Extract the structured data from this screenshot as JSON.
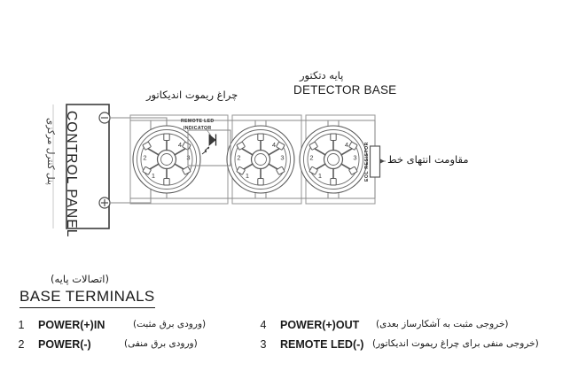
{
  "diagram": {
    "title_en": "DETECTOR BASE",
    "title_fa": "پایه دتکتور",
    "control_panel": {
      "label_en": "CONTROL PANEL",
      "label_fa": "پنل کنترل مرکزی",
      "terminal_negative": "−",
      "terminal_positive": "+"
    },
    "remote_led": {
      "caption_line1": "REMOTE LED",
      "caption_line2": "INDICATOR",
      "label_fa": "چراغ ریموت اندیکاتور"
    },
    "eol_resistor": {
      "label_fa": "مقاومت انتهای خط",
      "label_vertical": "EOL RESISTOR"
    },
    "base_terminal_numbers": [
      "1",
      "2",
      "3",
      "4"
    ],
    "detector_count": 3
  },
  "legend": {
    "title_fa": "(اتصالات پایه)",
    "title_en": "BASE TERMINALS",
    "rows": [
      {
        "left_num": "1",
        "left_en": "POWER(+)IN",
        "left_fa": "(ورودی برق مثبت)",
        "right_num": "4",
        "right_en": "POWER(+)OUT",
        "right_fa": "(خروجی مثبت به آشکارساز بعدی)"
      },
      {
        "left_num": "2",
        "left_en": "POWER(-)",
        "left_fa": "(ورودی برق منفی)",
        "right_num": "3",
        "right_en": "REMOTE LED(-)",
        "right_fa": "(خروجی منفی برای چراغ ریموت اندیکاتور)"
      }
    ]
  },
  "colors": {
    "line": "#4a4a4a",
    "line_dark": "#2a2a2a",
    "text": "#1a1a1a",
    "background": "#ffffff"
  }
}
